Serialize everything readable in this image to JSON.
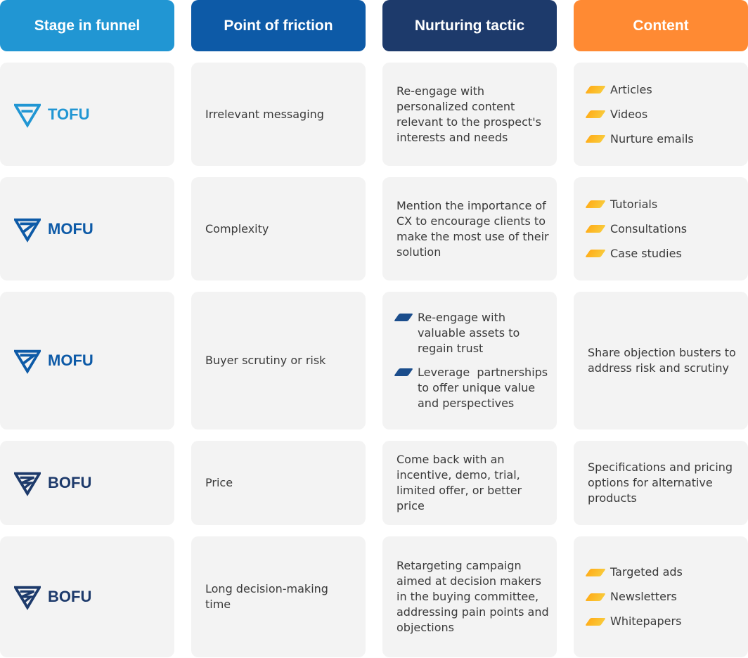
{
  "headers": {
    "stage": {
      "label": "Stage in funnel",
      "color": "#2196d3"
    },
    "friction": {
      "label": "Point of friction",
      "color": "#0d5aa7"
    },
    "tactic": {
      "label": "Nurturing tactic",
      "color": "#1d3a6b"
    },
    "content": {
      "label": "Content",
      "color": "#ff8a33"
    }
  },
  "colors": {
    "tofu": "#2196d3",
    "mofu": "#0d5aa7",
    "bofu": "#1d3a6b",
    "bullet_orange": "#ffb020",
    "bullet_blue": "#1b4d8c",
    "cell_bg": "#f3f3f3"
  },
  "rows": [
    {
      "stage": "TOFU",
      "stage_icon": "funnel-icon",
      "friction": "Irrelevant messaging",
      "tactic": "Re-engage with personalized content relevant to the prospect's interests and needs",
      "content_items": [
        "Articles",
        "Videos",
        "Nurture emails"
      ]
    },
    {
      "stage": "MOFU",
      "stage_icon": "funnel-icon",
      "friction": "Complexity",
      "tactic": "Mention the importance of CX to encourage clients to make the most use of their solution",
      "content_items": [
        "Tutorials",
        "Consultations",
        "Case studies"
      ]
    },
    {
      "stage": "MOFU",
      "stage_icon": "funnel-icon",
      "friction": "Buyer scrutiny or risk",
      "tactic_items": [
        "Re-engage with valuable assets to regain trust",
        "Leverage  partnerships to offer unique value and perspectives"
      ],
      "content": "Share objection busters to address risk and scrutiny"
    },
    {
      "stage": "BOFU",
      "stage_icon": "funnel-icon",
      "friction": "Price",
      "tactic": "Come back with an incentive, demo, trial, limited offer, or better price",
      "content": "Specifications and pricing options for alternative products"
    },
    {
      "stage": "BOFU",
      "stage_icon": "funnel-icon",
      "friction": "Long decision-making time",
      "tactic": "Retargeting campaign aimed at decision makers in the buying committee, addressing pain points and objections",
      "content_items": [
        "Targeted ads",
        "Newsletters",
        "Whitepapers"
      ]
    }
  ]
}
